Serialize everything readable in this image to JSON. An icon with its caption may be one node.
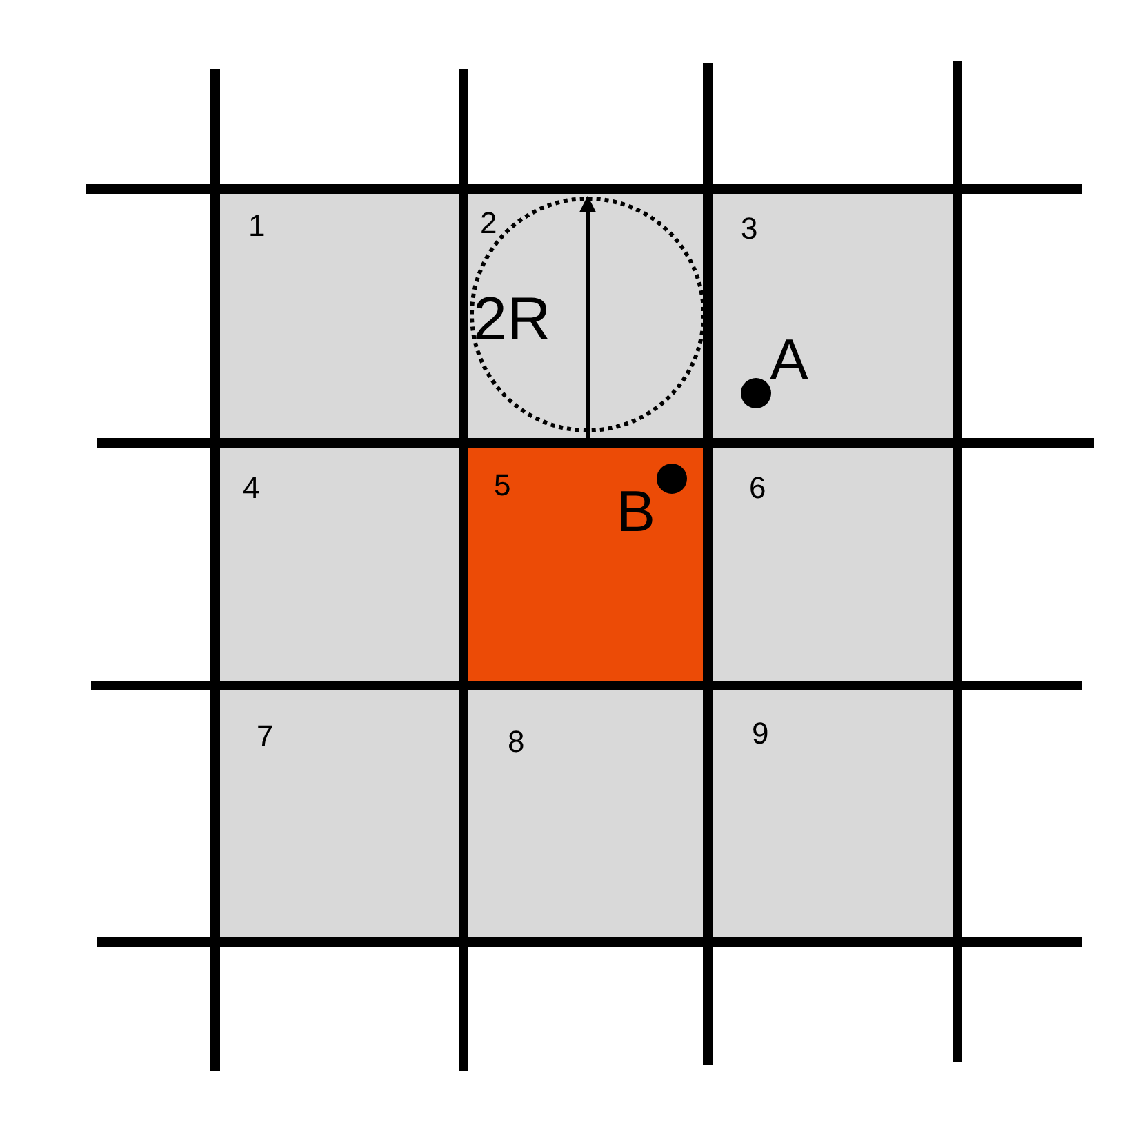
{
  "diagram": {
    "nodes": [
      {
        "text": [
          "1"
        ]
      },
      {
        "text": [
          "2"
        ]
      },
      {
        "text": [
          "3"
        ]
      },
      {
        "text": [
          "4"
        ]
      },
      {
        "text": [
          "5"
        ]
      },
      {
        "text": [
          "6"
        ]
      },
      {
        "text": [
          "7"
        ]
      },
      {
        "text": [
          "8"
        ]
      },
      {
        "text": [
          "9"
        ]
      }
    ],
    "labels": [
      "2R",
      "A",
      "B"
    ]
  }
}
